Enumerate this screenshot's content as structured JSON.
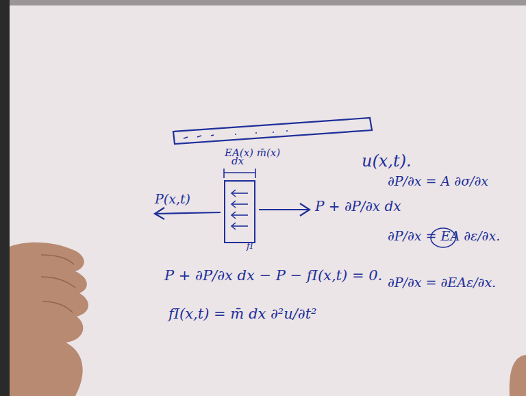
{
  "diagram": {
    "nodes": [
      {
        "text": [
          "EA(x) m̄(x)"
        ]
      }
    ],
    "labels": [
      "u(x,t).",
      "dx",
      "P(x,t)",
      "P + ∂P/∂x dx",
      "∂P/∂x = A ∂σ/∂x",
      "∂P/∂x = EA ∂ε/∂x.",
      "fI",
      "P + ∂P/∂x dx − P − fI(x,t) = 0.",
      "∂P/∂x = ∂EAε/∂x.",
      "fI(x,t) = m̄ dx ∂²u/∂t²"
    ]
  }
}
